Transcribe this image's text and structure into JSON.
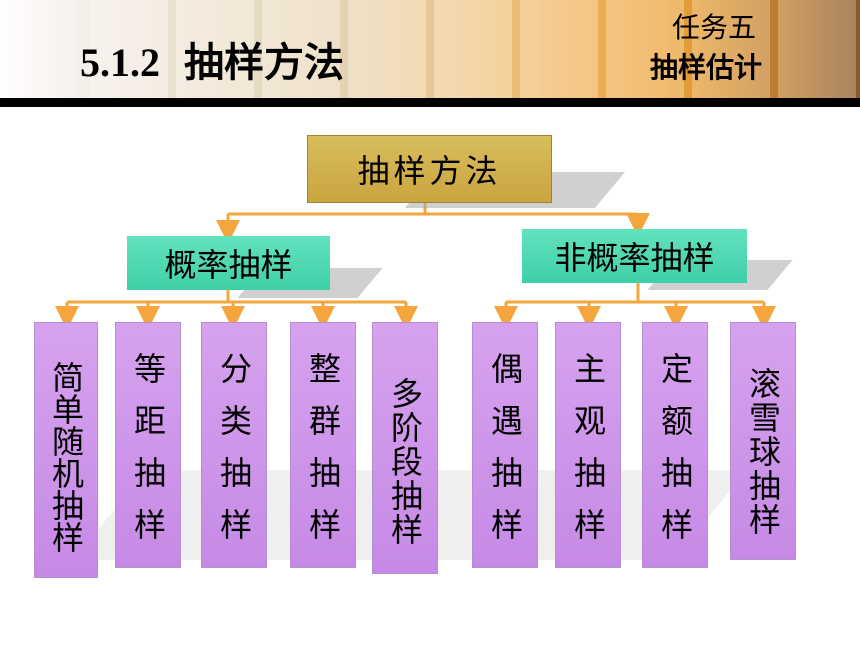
{
  "header": {
    "section_number": "5.1.2",
    "section_title": "抽样方法",
    "task_label": "任务五",
    "task_title": "抽样估计"
  },
  "diagram": {
    "root": "抽样方法",
    "groups": [
      {
        "label": "概率抽样",
        "leaves": [
          "简单随机抽样",
          "等距抽样",
          "分类抽样",
          "整群抽样",
          "多阶段抽样"
        ]
      },
      {
        "label": "非概率抽样",
        "leaves": [
          "偶遇抽样",
          "主观抽样",
          "定额抽样",
          "滚雪球抽样"
        ]
      }
    ],
    "colors": {
      "root_fill": "#ccaa44",
      "category_fill": "#4dd6b0",
      "leaf_fill": "#cc94ea",
      "connector": "#f4a53c"
    }
  }
}
